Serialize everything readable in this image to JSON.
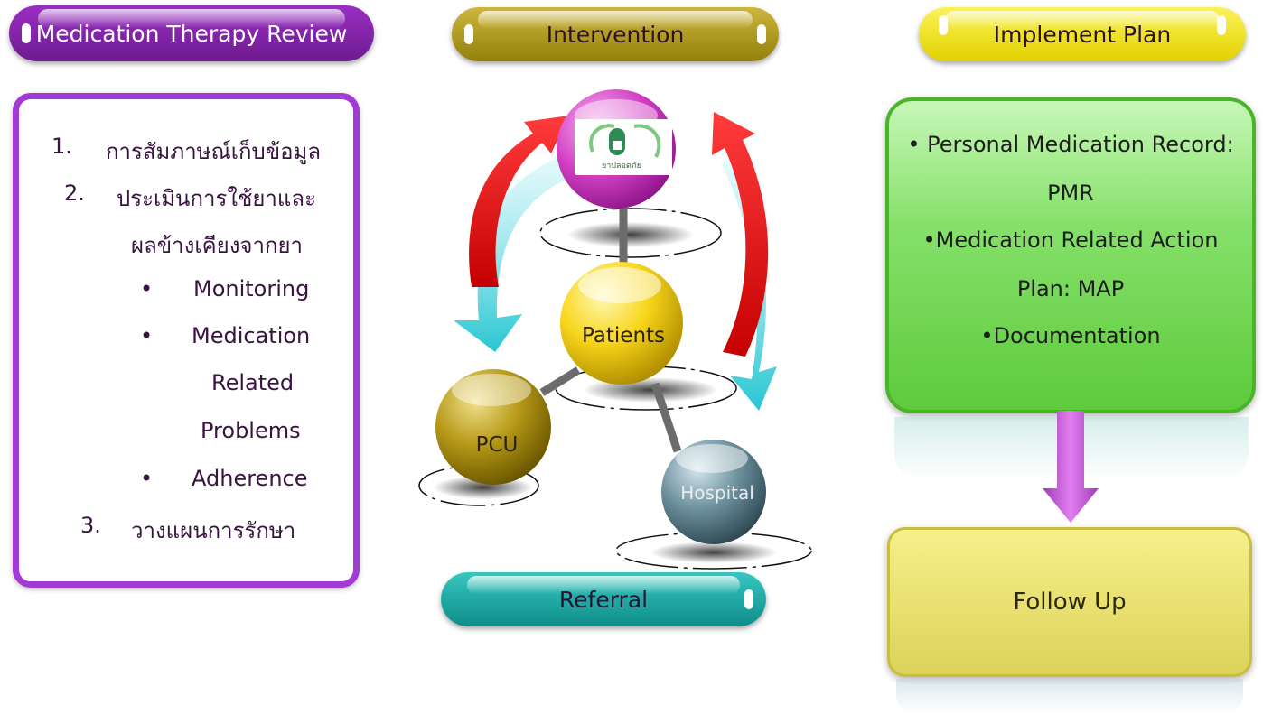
{
  "headers": {
    "review": "Medication Therapy Review",
    "intervention": "Intervention",
    "implement": "Implement Plan",
    "referral": "Referral"
  },
  "review_list": [
    {
      "marker": "1.",
      "text": "การสัมภาษณ์เก็บข้อมูล"
    },
    {
      "marker": "2.",
      "text": "ประเมินการใช้ยาและ"
    },
    {
      "marker": "",
      "text": "ผลข้างเคียงจากยา"
    },
    {
      "marker": "•",
      "text": "Monitoring"
    },
    {
      "marker": "•",
      "text": "Medication"
    },
    {
      "marker": "",
      "text": "Related"
    },
    {
      "marker": "",
      "text": "Problems"
    },
    {
      "marker": "•",
      "text": "Adherence"
    },
    {
      "marker": "3.",
      "text": "วางแผนการรักษา"
    }
  ],
  "network": {
    "center": "Patients",
    "left": "PCU",
    "right": "Hospital",
    "logo_text": "ยาปลอดภัย"
  },
  "plan_lines": [
    "• Personal Medication Record:",
    "PMR",
    "•Medication Related Action",
    "Plan: MAP",
    "•Documentation"
  ],
  "follow_up": "Follow Up",
  "colors": {
    "review": "#8a26b8",
    "intervention": "#b39c1c",
    "implement": "#f2e623",
    "referral": "#1aa9a5",
    "plan_box": "#7ddc5d",
    "follow_box": "#eee57a",
    "arrow_red": "#e21d1d",
    "arrow_cyan": "#34c9d4",
    "arrow_purple": "#c657d6"
  }
}
